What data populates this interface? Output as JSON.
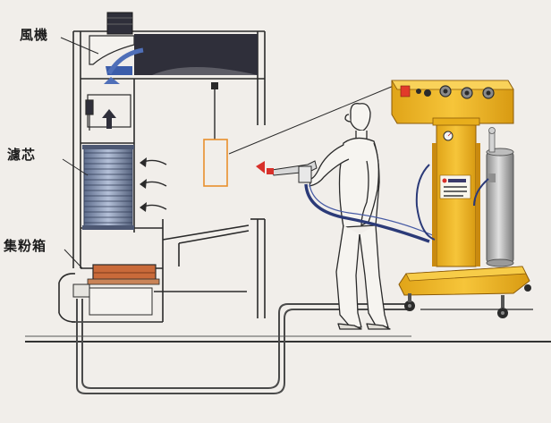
{
  "labels": {
    "fan": "風機",
    "filter": "濾芯",
    "collector": "集粉箱"
  },
  "colors": {
    "background": "#f1eeea",
    "line": "#2a2a2a",
    "machine_yellow": "#f2b824",
    "filter_blue": "#8b9bb8",
    "fan_dark": "#2f2f3a",
    "airflow_blue": "#4f6fb8",
    "spray_orange": "#e8902c",
    "spray_red": "#d8302a",
    "collector_rust": "#c96a3a"
  },
  "icons": {
    "fan": "fan-unit",
    "filter": "filter-cartridge",
    "collector": "powder-collector",
    "gun": "spray-gun",
    "machine": "powder-coating-machine",
    "hopper": "powder-hopper",
    "operator": "operator-figure"
  }
}
